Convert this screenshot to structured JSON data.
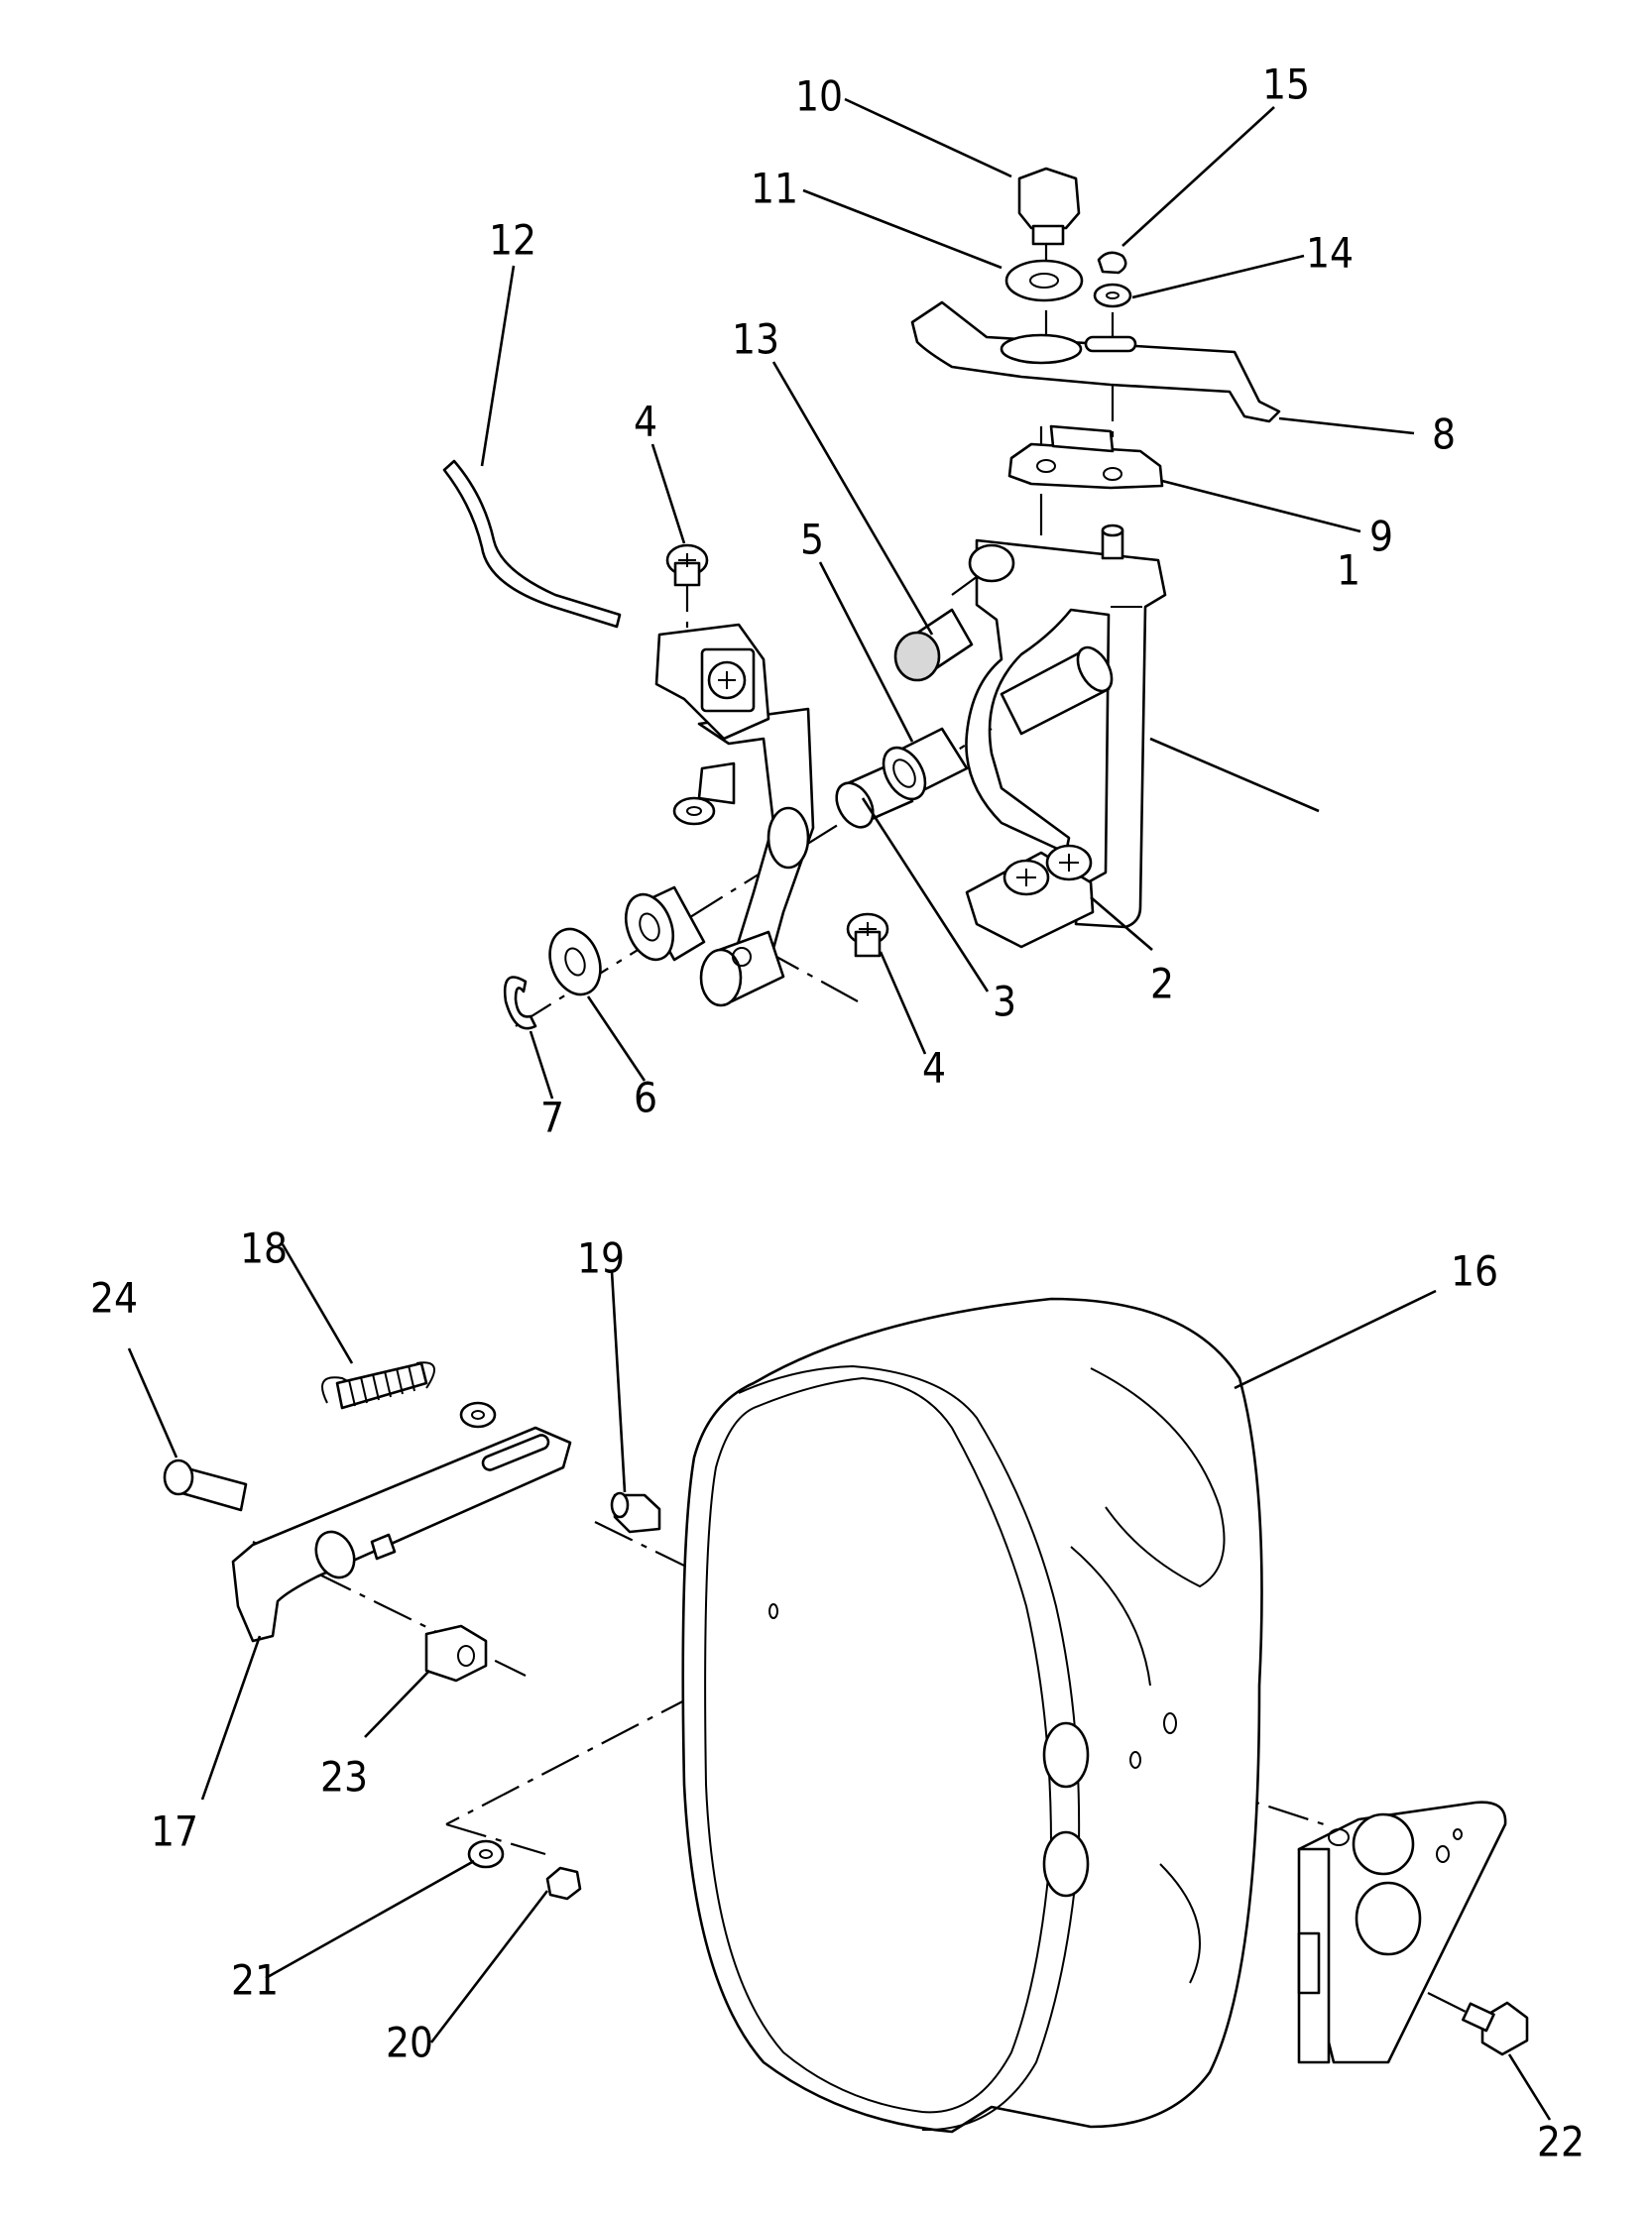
{
  "colors": {
    "ink": "#000000",
    "paper": "#ffffff",
    "shade": "#d8d8d8"
  },
  "diagram": {
    "part_labels": [
      "1",
      "2",
      "3",
      "4",
      "4",
      "5",
      "6",
      "7",
      "8",
      "9",
      "10",
      "11",
      "12",
      "13",
      "14",
      "15",
      "16",
      "17",
      "18",
      "19",
      "20",
      "21",
      "22",
      "23",
      "24"
    ]
  }
}
